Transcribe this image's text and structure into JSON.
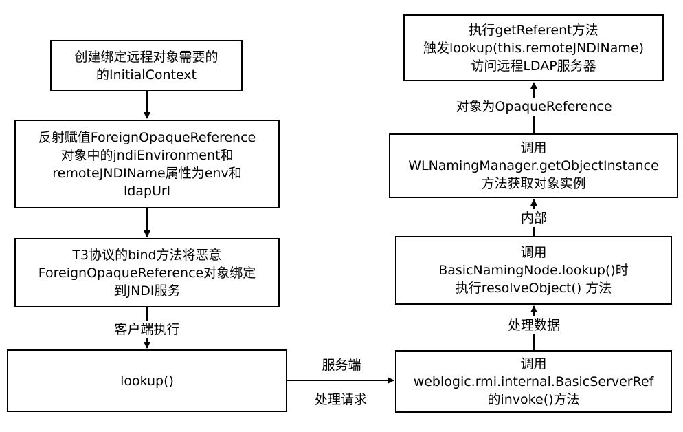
{
  "boxes": {
    "create_context": {
      "lines": [
        "创建绑定远程对象需要的",
        "的InitialContext"
      ]
    },
    "reflect_assign": {
      "lines": [
        "反射赋值ForeignOpaqueReference",
        "对象中的jndiEnvironment和",
        "remoteJNDIName属性为env和",
        "ldapUrl"
      ]
    },
    "t3_bind": {
      "lines": [
        "T3协议的bind方法将恶意",
        "ForeignOpaqueReference对象绑定",
        "到JNDI服务"
      ]
    },
    "lookup": {
      "lines": [
        "lookup()"
      ]
    },
    "invoke": {
      "lines": [
        "调用",
        "weblogic.rmi.internal.BasicServerRef",
        "的invoke()方法"
      ]
    },
    "basic_naming": {
      "lines": [
        "调用",
        "BasicNamingNode.lookup()时",
        "执行resolveObject() 方法"
      ]
    },
    "wl_naming": {
      "lines": [
        "调用",
        "WLNamingManager.getObjectInstance",
        "方法获取对象实例"
      ]
    },
    "get_referent": {
      "lines": [
        "执行getReferent方法",
        "触发lookup(this.remoteJNDIName)",
        "访问远程LDAP服务器"
      ]
    }
  },
  "labels": {
    "client_exec": "客户端执行",
    "server": "服务端",
    "handle_request": "处理请求",
    "process_data": "处理数据",
    "internal": "内部",
    "object_is": "对象为OpaqueReference"
  }
}
